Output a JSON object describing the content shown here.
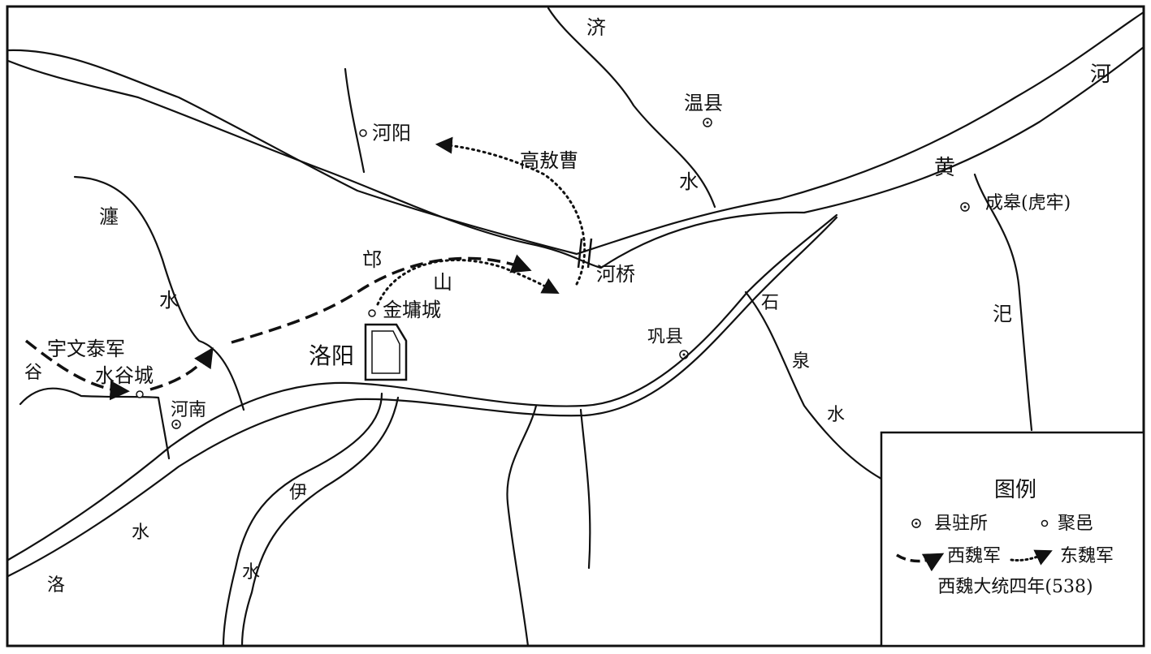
{
  "colors": {
    "ink": "#111111",
    "paper": "#ffffff"
  },
  "labels": {
    "river_ji": [
      "济",
      "水"
    ],
    "river_huang": [
      "黄",
      "河"
    ],
    "river_chan": [
      "瀍",
      "水"
    ],
    "river_luo": [
      "洛",
      "水"
    ],
    "river_yi": [
      "伊",
      "水"
    ],
    "river_gu": "谷",
    "river_shiquan": [
      "石",
      "泉",
      "水"
    ],
    "river_si": "汜",
    "mount_mang": [
      "邙",
      "山"
    ],
    "wenxian": "温县",
    "heyang": "河阳",
    "gaoaocao": "高敖曹",
    "heqiao": "河桥",
    "jinyongcheng": "金墉城",
    "luoyang": "洛阳",
    "yuwentai": "宇文泰军",
    "shuigucheng": "水谷城",
    "henan": "河南",
    "gongxian": "巩县",
    "chenggao": "成皋(虎牢)"
  },
  "legend": {
    "title": "图例",
    "county_seat": "县驻所",
    "settlement": "聚邑",
    "west_wei": "西魏军",
    "east_wei": "东魏军",
    "caption": "西魏大统四年(538)"
  }
}
